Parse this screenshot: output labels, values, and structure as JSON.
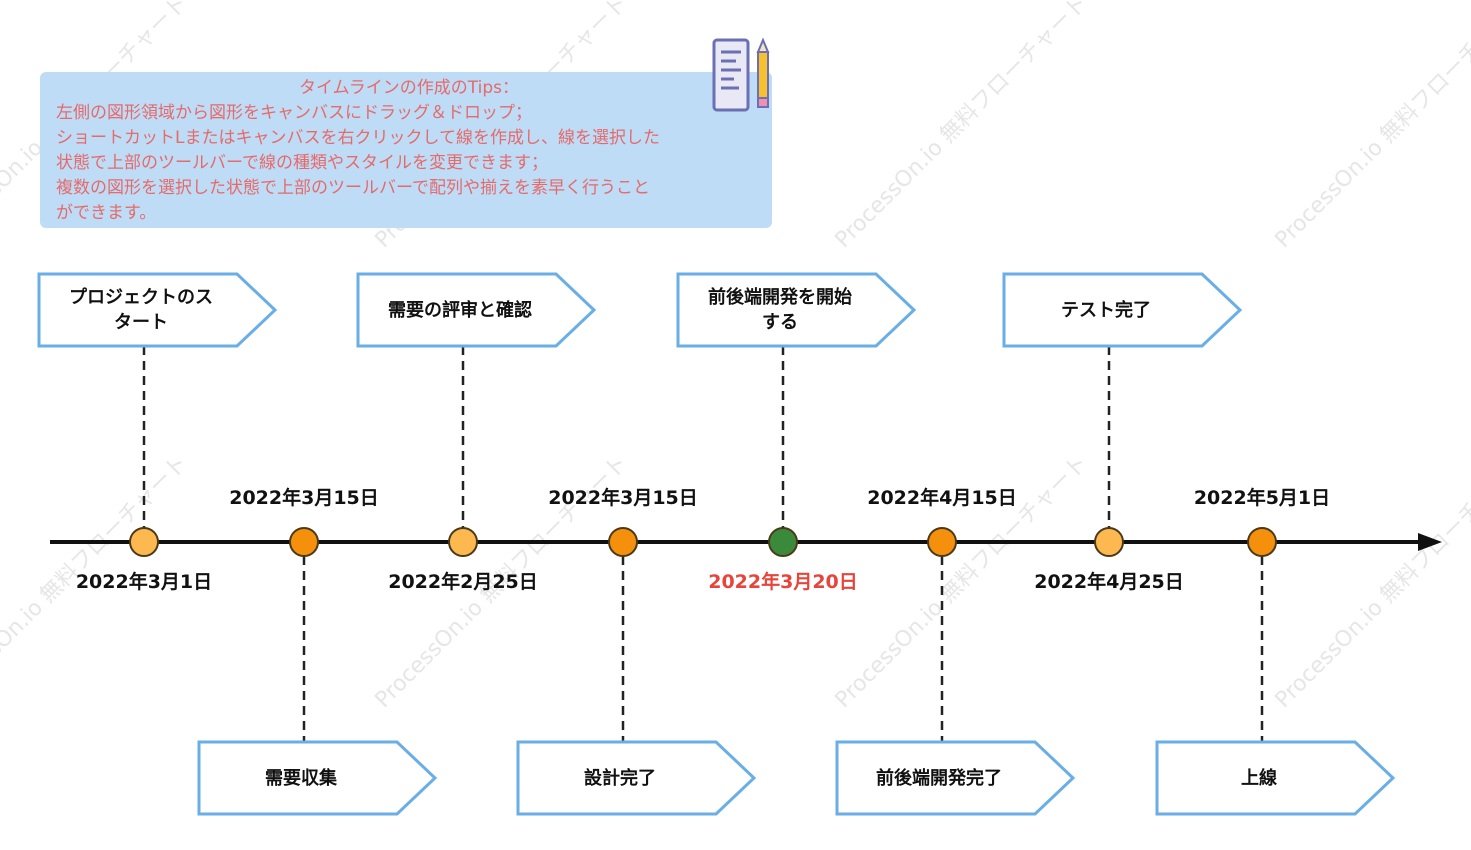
{
  "tips": {
    "title": "タイムラインの作成のTips：",
    "lines": [
      "左側の図形領域から図形をキャンバスにドラッグ＆ドロップ；",
      "ショートカットLまたはキャンバスを右クリックして線を作成し、線を選択した",
      "状態で上部のツールバーで線の種類やスタイルを変更できます；",
      "複数の図形を選択した状態で上部のツールバーで配列や揃えを素早く行うこと",
      "ができます。"
    ]
  },
  "watermark": "ProcessOn.io 無料フローチャート",
  "colors": {
    "box_stroke": "#6aaee6",
    "axis": "#111111",
    "node_light": "#fdb84f",
    "node_dark": "#f5900d",
    "node_current": "#3b8a3c",
    "highlight_date": "#e8443a",
    "tips_bg": "#bfdcf7",
    "tips_text": "#e56a6a"
  },
  "events": [
    {
      "label": "プロジェクトのスタート",
      "lines": [
        "プロジェクトのス",
        "タート"
      ],
      "date": "2022年3月1日",
      "side": "top",
      "node": "light"
    },
    {
      "label": "需要収集",
      "lines": [
        "需要収集"
      ],
      "date": "2022年3月15日",
      "side": "bottom",
      "node": "dark"
    },
    {
      "label": "需要の評审と確認",
      "lines": [
        "需要の評审と確認"
      ],
      "date": "2022年2月25日",
      "side": "top",
      "node": "light"
    },
    {
      "label": "設計完了",
      "lines": [
        "設計完了"
      ],
      "date": "2022年3月15日",
      "side": "bottom",
      "node": "dark"
    },
    {
      "label": "前後端開発を開始する",
      "lines": [
        "前後端開発を開始",
        "する"
      ],
      "date": "2022年3月20日",
      "side": "top",
      "node": "current",
      "highlight": true
    },
    {
      "label": "前後端開発完了",
      "lines": [
        "前後端開発完了"
      ],
      "date": "2022年4月15日",
      "side": "bottom",
      "node": "dark"
    },
    {
      "label": "テスト完了",
      "lines": [
        "テスト完了"
      ],
      "date": "2022年4月25日",
      "side": "top",
      "node": "light"
    },
    {
      "label": "上線",
      "lines": [
        "上線"
      ],
      "date": "2022年5月1日",
      "side": "bottom",
      "node": "dark"
    }
  ]
}
